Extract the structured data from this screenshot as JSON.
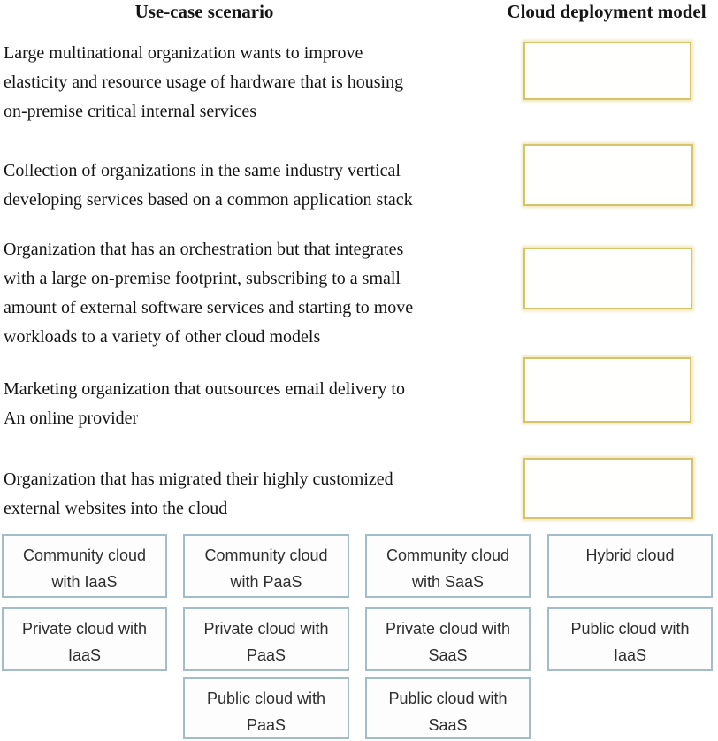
{
  "headers": {
    "use_case": "Use-case scenario",
    "deployment_model": "Cloud deployment model"
  },
  "scenarios": [
    {
      "text": "Large multinational organization wants to improve\nelasticity and resource usage of hardware that is housing\non-premise critical internal services"
    },
    {
      "text": "Collection of organizations in the same industry vertical\ndeveloping services based on a common application stack"
    },
    {
      "text": "Organization that has an orchestration but that integrates\nwith a large on-premise footprint, subscribing to a small\namount of external software services and starting to move\nworkloads to a variety of other cloud models"
    },
    {
      "text": "Marketing organization that outsources email delivery to\nAn online provider"
    },
    {
      "text": "Organization that has migrated their highly customized\nexternal websites into the cloud"
    }
  ],
  "drop_zones": [
    {
      "value": ""
    },
    {
      "value": ""
    },
    {
      "value": ""
    },
    {
      "value": ""
    },
    {
      "value": ""
    }
  ],
  "options": [
    {
      "label": "Community cloud\nwith IaaS"
    },
    {
      "label": "Community cloud\nwith PaaS"
    },
    {
      "label": "Community cloud\nwith SaaS"
    },
    {
      "label": "Hybrid cloud"
    },
    {
      "label": "Private cloud with\nIaaS"
    },
    {
      "label": "Private cloud with\nPaaS"
    },
    {
      "label": "Private cloud with\nSaaS"
    },
    {
      "label": "Public cloud with\nIaaS"
    },
    {
      "label": "Public cloud with\nPaaS"
    },
    {
      "label": "Public cloud with\nSaaS"
    }
  ],
  "colors": {
    "drop_zone_border": "#d5c469",
    "drop_zone_glow": "#efe8bd",
    "option_border": "#a3bcc9",
    "header_text": "#151515",
    "body_text": "#141414",
    "option_text": "#2e2e2e",
    "page_bg": "#ffffff"
  }
}
